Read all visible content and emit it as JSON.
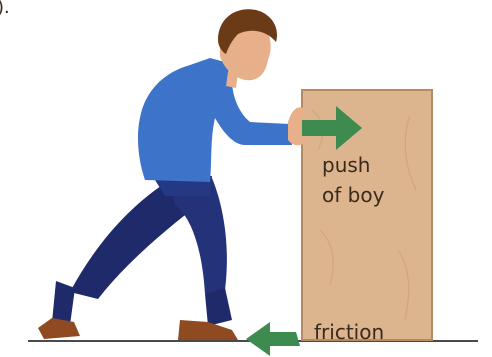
{
  "corner_mark": ").",
  "labels": {
    "push": [
      "push",
      "of boy"
    ],
    "friction": "friction"
  },
  "colors": {
    "box": "#dcb48e",
    "box_edge": "#b48a64",
    "arrow": "#3d8b4e",
    "shirt": "#3d73c9",
    "trousers": "#1f2a6b",
    "skin": "#e8b08a",
    "hair": "#6b3a16",
    "shoes": "#8f4a22",
    "ground": "#4a4a4a"
  }
}
